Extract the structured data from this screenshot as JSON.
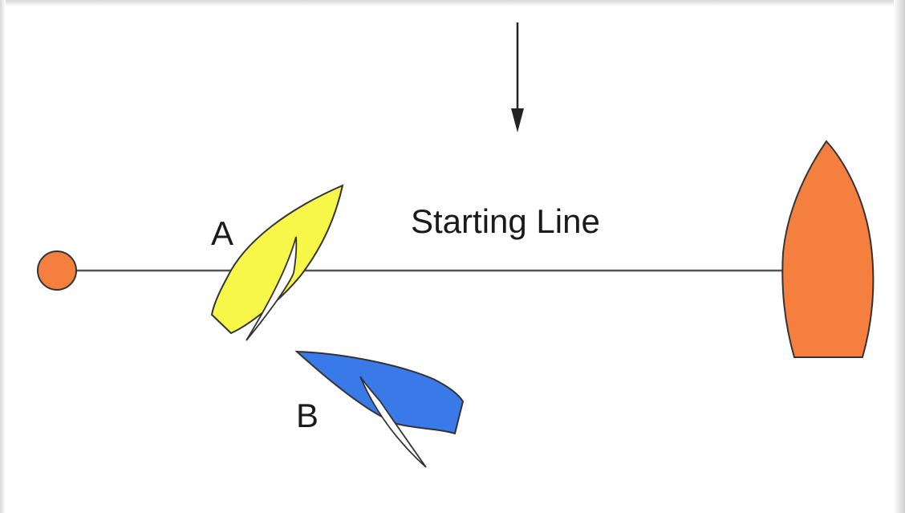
{
  "diagram": {
    "line_label": "Starting Line",
    "boat_a_label": "A",
    "boat_b_label": "B"
  },
  "colors": {
    "mark": "#f47f3e",
    "committee_boat": "#f47f3e",
    "boat_a": "#f7f74a",
    "boat_b": "#3a79e8",
    "line": "#555555",
    "wind_arrow": "#222222"
  },
  "icons": {
    "wind": "wind-direction-arrow-icon",
    "pin_end": "buoy-mark-icon",
    "committee": "committee-boat-icon"
  }
}
